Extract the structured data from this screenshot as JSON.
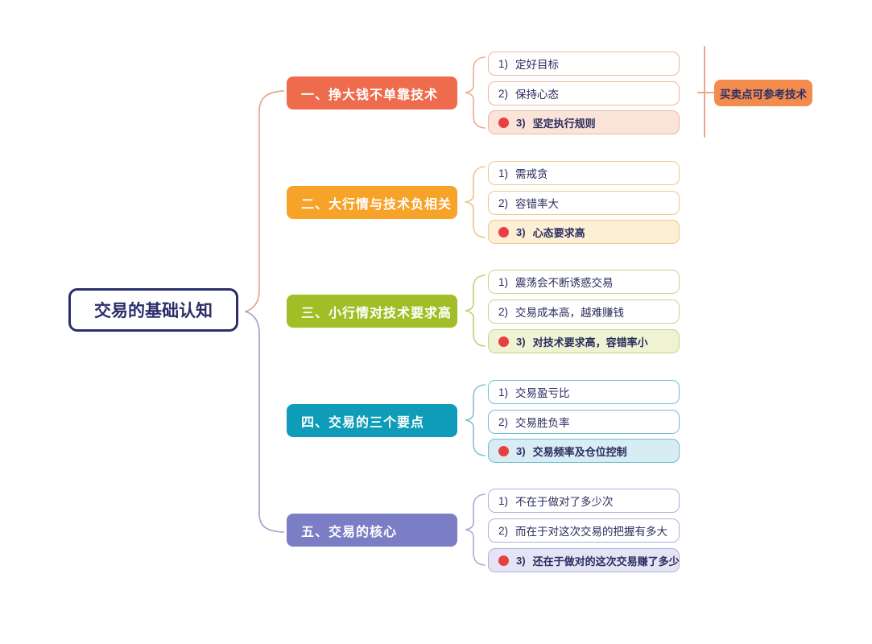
{
  "root": {
    "label": "交易的基础认知"
  },
  "branches": [
    {
      "label": "一、挣大钱不单靠技术",
      "color": "#EE6C4D",
      "items": [
        {
          "num": "1)",
          "text": "定好目标",
          "highlighted": false
        },
        {
          "num": "2)",
          "text": "保持心态",
          "highlighted": false
        },
        {
          "num": "3)",
          "text": "坚定执行规则",
          "highlighted": true
        }
      ],
      "note": {
        "label": "买卖点可参考技术",
        "color": "#F28B4B"
      }
    },
    {
      "label": "二、大行情与技术负相关",
      "color": "#F7A229",
      "items": [
        {
          "num": "1)",
          "text": "需戒贪",
          "highlighted": false
        },
        {
          "num": "2)",
          "text": "容错率大",
          "highlighted": false
        },
        {
          "num": "3)",
          "text": "心态要求高",
          "highlighted": true
        }
      ]
    },
    {
      "label": "三、小行情对技术要求高",
      "color": "#A2BE26",
      "items": [
        {
          "num": "1)",
          "text": "震荡会不断诱惑交易",
          "highlighted": false
        },
        {
          "num": "2)",
          "text": "交易成本高，越难赚钱",
          "highlighted": false
        },
        {
          "num": "3)",
          "text": "对技术要求高，容错率小",
          "highlighted": true
        }
      ]
    },
    {
      "label": "四、交易的三个要点",
      "color": "#0E9CB8",
      "items": [
        {
          "num": "1)",
          "text": "交易盈亏比",
          "highlighted": false
        },
        {
          "num": "2)",
          "text": "交易胜负率",
          "highlighted": false
        },
        {
          "num": "3)",
          "text": "交易频率及仓位控制",
          "highlighted": true
        }
      ]
    },
    {
      "label": "五、交易的核心",
      "color": "#7B7EC5",
      "items": [
        {
          "num": "1)",
          "text": "不在于做对了多少次",
          "highlighted": false
        },
        {
          "num": "2)",
          "text": "而在于对这次交易的把握有多大",
          "highlighted": false
        },
        {
          "num": "3)",
          "text": "还在于做对的这次交易赚了多少",
          "highlighted": true
        }
      ]
    }
  ],
  "palette": {
    "navy_text": "#2B2E6B",
    "item_text": "#2B2D5E",
    "red_dot": "#E84040",
    "root_brace_top": "#E9A48C",
    "root_brace_bottom": "#9FA3CE",
    "brace_b1": "#EDAA92",
    "brace_b2": "#ECC488",
    "brace_b3": "#BFCF78",
    "brace_b4": "#84C0D2",
    "brace_b5": "#A8ABD5",
    "note_line": "#E9A78E",
    "highlight_fills": [
      "#FAE4D8",
      "#FCEFD5",
      "#EFF3D3",
      "#D8ECF4",
      "#E4E4F4"
    ]
  }
}
